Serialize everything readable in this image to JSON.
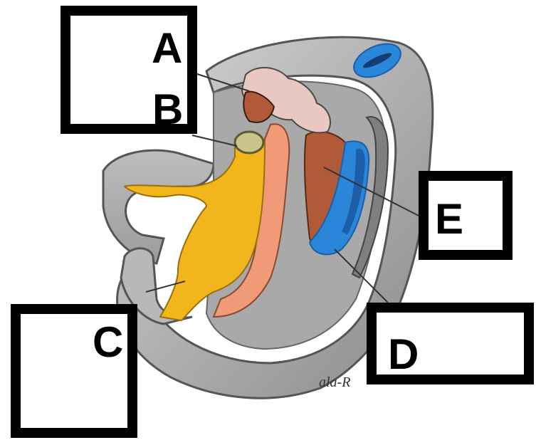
{
  "labels": {
    "a": "A",
    "b": "B",
    "c": "C",
    "d": "D",
    "e": "E"
  },
  "signature": "ala-R",
  "colors": {
    "body_gray": "#9a9a9a",
    "body_light": "#c8c8c8",
    "yellow": "#f2b51c",
    "salmon": "#f09a78",
    "brown": "#b05a38",
    "blue": "#2a86d8",
    "dark_blue": "#1c5ea8"
  }
}
